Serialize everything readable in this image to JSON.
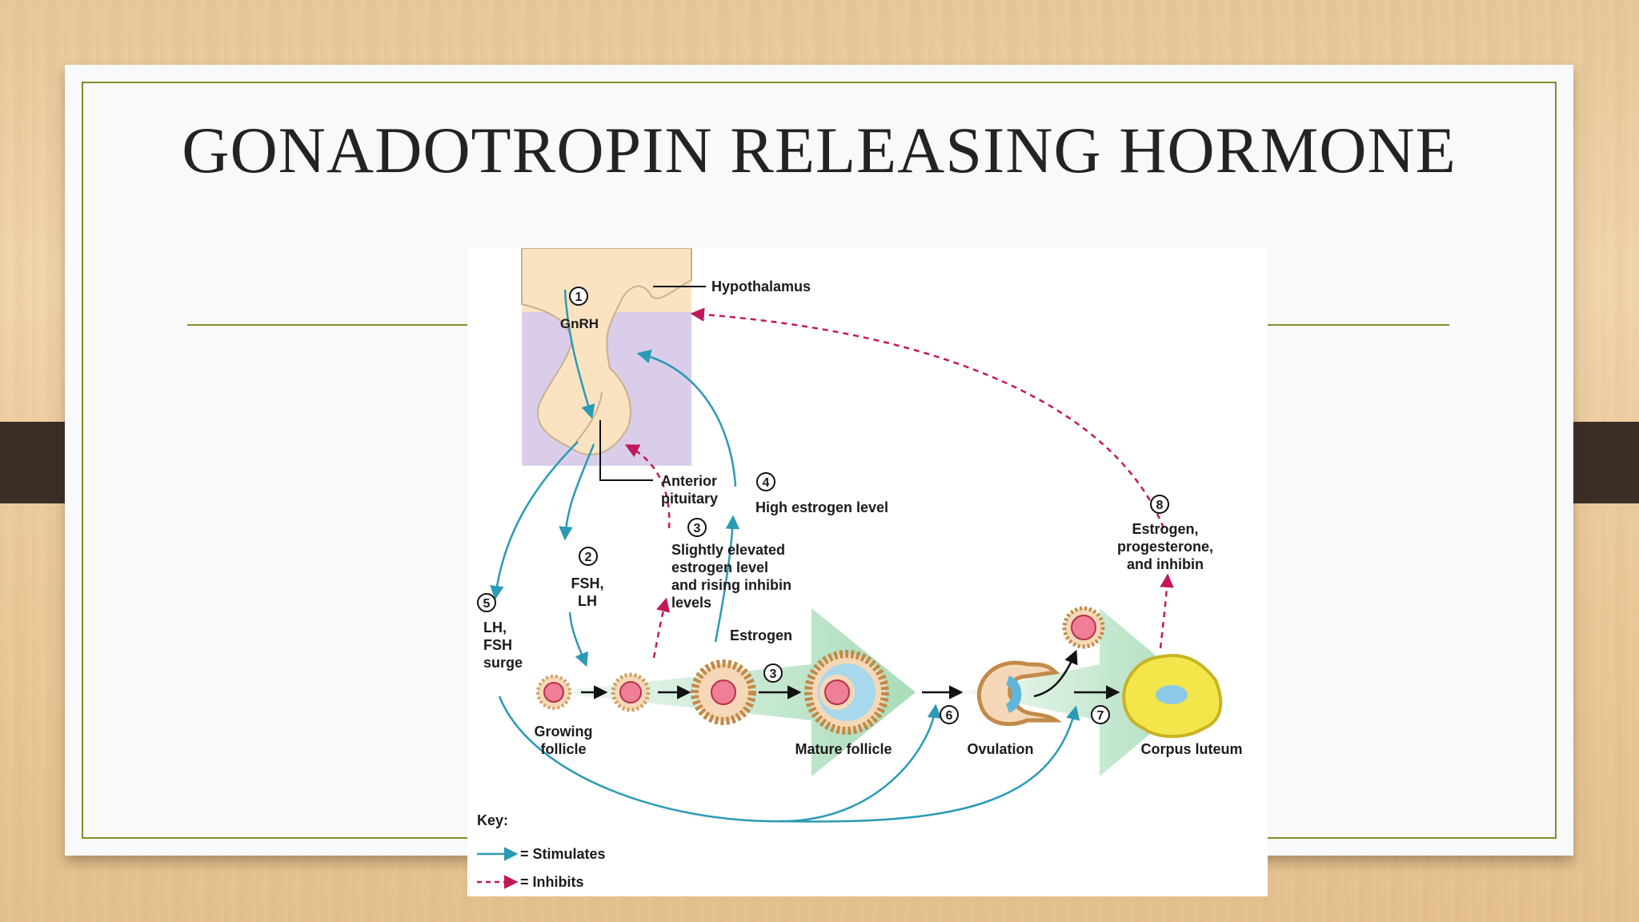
{
  "slide": {
    "title": "GONADOTROPIN RELEASING HORMONE"
  },
  "diagram": {
    "labels": {
      "hypothalamus": "Hypothalamus",
      "gnrh": "GnRH",
      "anterior_pituitary": [
        "Anterior",
        "pituitary"
      ],
      "fsh_lh": [
        "FSH,",
        "LH"
      ],
      "lh_fsh_surge": [
        "LH,",
        "FSH",
        "surge"
      ],
      "slightly_elevated": [
        "Slightly elevated",
        "estrogen level",
        "and rising inhibin",
        "levels"
      ],
      "high_estrogen": "High estrogen level",
      "estrogen": "Estrogen",
      "growing_follicle": [
        "Growing",
        "follicle"
      ],
      "mature_follicle": "Mature follicle",
      "ovulation": "Ovulation",
      "corpus_luteum": "Corpus luteum",
      "estrogen_prog_inhibin": [
        "Estrogen,",
        "progesterone,",
        "and inhibin"
      ]
    },
    "steps": [
      "1",
      "2",
      "3",
      "3",
      "4",
      "5",
      "6",
      "7",
      "8"
    ],
    "key": {
      "title": "Key:",
      "stimulates": "= Stimulates",
      "inhibits": "= Inhibits"
    },
    "colors": {
      "stimulate_arrow": "#2a9ab5",
      "inhibit_arrow": "#c2185b",
      "big_arrow": "#a8dcb8",
      "hypothalamus_bg": "#fbe3c2",
      "pituitary_bg": "#d9cdea",
      "corpus_luteum": "#f3e64a"
    }
  }
}
